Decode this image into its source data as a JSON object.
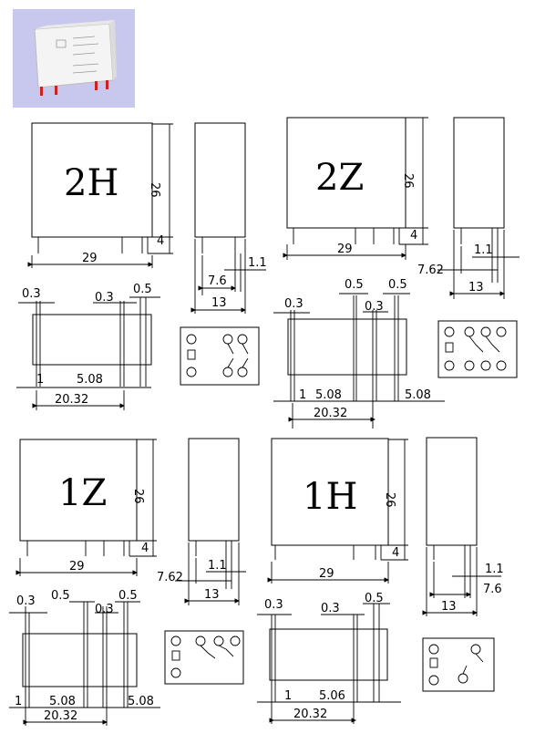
{
  "photo": {
    "alt_icon": "relay-photo"
  },
  "relays": [
    {
      "id": "2H",
      "front": {
        "label": "2H",
        "height": "26",
        "pin_len": "4",
        "width": "29"
      },
      "side": {
        "pin_w": "1.1",
        "pitch": "7.6",
        "depth": "13"
      },
      "bottom": {
        "d1": "0.3",
        "d2": "0.3",
        "d3": "0.5",
        "p1": "1",
        "p2": "5.08",
        "total": "20.32"
      }
    },
    {
      "id": "2Z",
      "front": {
        "label": "2Z",
        "height": "26",
        "pin_len": "4",
        "width": "29"
      },
      "side": {
        "pin_w": "1.1",
        "pitch": "7.62",
        "depth": "13"
      },
      "bottom": {
        "d1": "0.3",
        "d2": "0.5",
        "d3": "0.3",
        "d4": "0.5",
        "p1": "1",
        "p2": "5.08",
        "p3": "5.08",
        "total": "20.32"
      }
    },
    {
      "id": "1Z",
      "front": {
        "label": "1Z",
        "height": "26",
        "pin_len": "4",
        "width": "29"
      },
      "side": {
        "pin_w": "1.1",
        "pitch": "7.62",
        "depth": "13"
      },
      "bottom": {
        "d1": "0.3",
        "d2": "0.5",
        "d3": "0.3",
        "d4": "0.5",
        "p1": "1",
        "p2": "5.08",
        "p3": "5.08",
        "total": "20.32"
      }
    },
    {
      "id": "1H",
      "front": {
        "label": "1H",
        "height": "26",
        "pin_len": "4",
        "width": "29"
      },
      "side": {
        "pin_w": "1.1",
        "pitch": "7.6",
        "depth": "13"
      },
      "bottom": {
        "d1": "0.3",
        "d2": "0.3",
        "d3": "0.5",
        "p1": "1",
        "p2": "5.06",
        "total": "20.32"
      }
    }
  ]
}
